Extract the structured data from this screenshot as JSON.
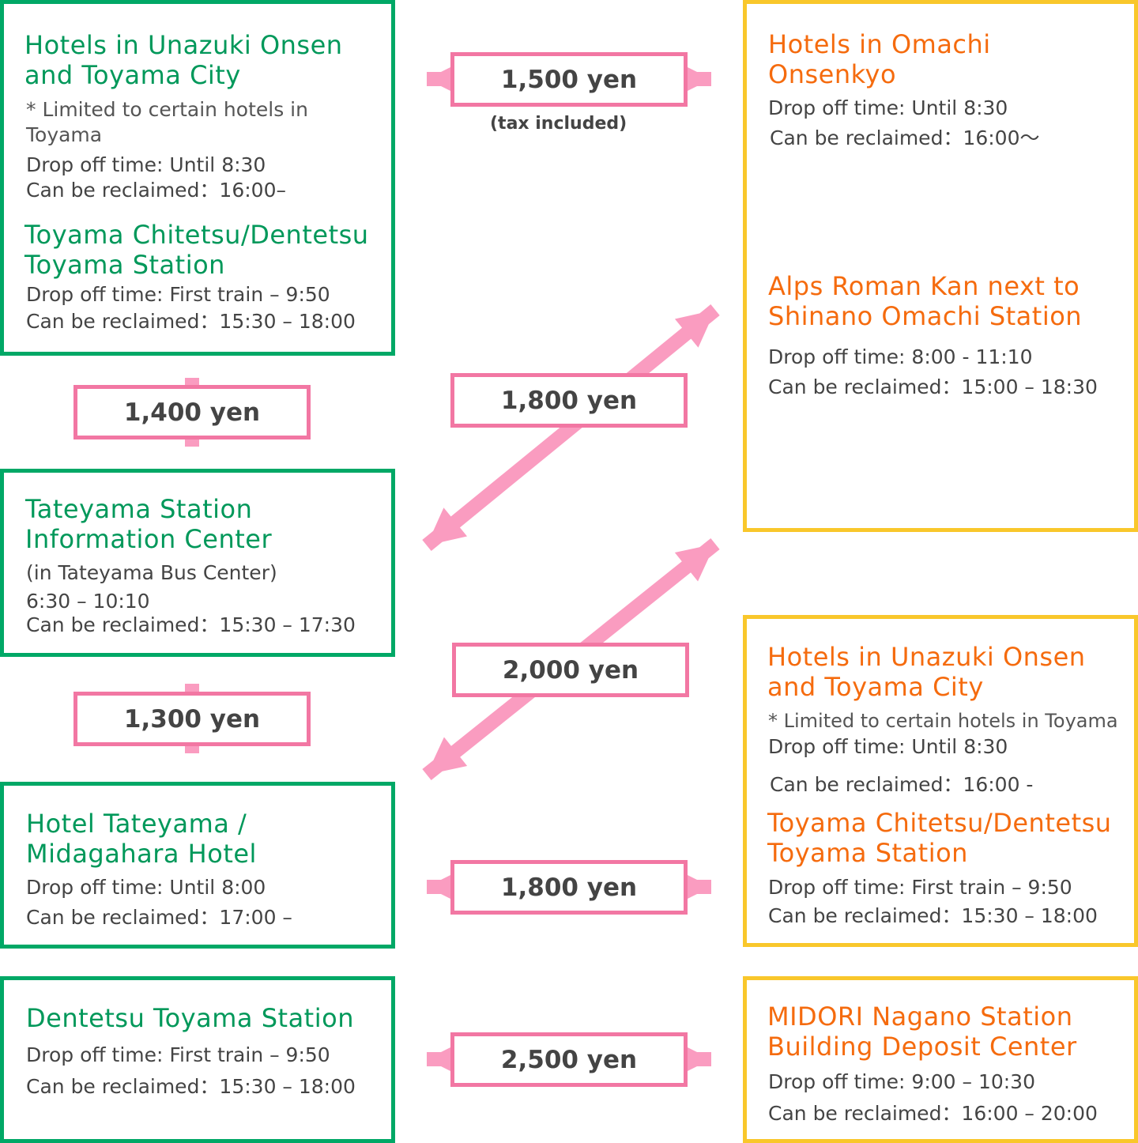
{
  "left": {
    "hotels_unazuki": {
      "title1": "Hotels in Unazuki Onsen",
      "title2": "and Toyama City",
      "note1": "* Limited to certain hotels in",
      "note2": "Toyama",
      "dropoff": "Drop off time: Until 8:30",
      "reclaim": "Can be reclaimed：16:00–",
      "sub_title1": "Toyama Chitetsu/Dentetsu",
      "sub_title2": "Toyama Station",
      "sub_dropoff": "Drop off time: First train – 9:50",
      "sub_reclaim": "Can be reclaimed：15:30 – 18:00"
    },
    "tateyama_station": {
      "title1": "Tateyama Station",
      "title2": "Information Center",
      "line1": "(in Tateyama Bus Center)",
      "line2": "6:30 – 10:10",
      "line3": "Can be reclaimed：15:30 – 17:30"
    },
    "hotel_tateyama": {
      "title1": "Hotel Tateyama /",
      "title2": "Midagahara Hotel",
      "dropoff": "Drop off time: Until 8:00",
      "reclaim": "Can be reclaimed：17:00 –"
    },
    "dentetsu_toyama": {
      "title": "Dentetsu Toyama Station",
      "dropoff": "Drop off time: First train – 9:50",
      "reclaim": "Can be reclaimed：15:30 – 18:00"
    }
  },
  "right": {
    "omachi": {
      "title1": "Hotels in Omachi",
      "title2": "Onsenkyo",
      "dropoff": "Drop off time: Until 8:30",
      "reclaim": "Can be reclaimed：16:00〜",
      "sub_title1": "Alps Roman Kan next to",
      "sub_title2": "Shinano Omachi Station",
      "sub_dropoff": "Drop off time: 8:00 - 11:10",
      "sub_reclaim": "Can be reclaimed：15:00 – 18:30"
    },
    "hotels_unazuki": {
      "title1": "Hotels in Unazuki Onsen",
      "title2": "and Toyama City",
      "note": "* Limited to certain hotels in Toyama",
      "dropoff": "Drop off time: Until 8:30",
      "reclaim": "Can be reclaimed：16:00 -",
      "sub_title1": "Toyama Chitetsu/Dentetsu",
      "sub_title2": "Toyama Station",
      "sub_dropoff": "Drop off time: First train – 9:50",
      "sub_reclaim": "Can be reclaimed：15:30 – 18:00"
    },
    "midori": {
      "title1": "MIDORI Nagano Station",
      "title2": "Building Deposit Center",
      "dropoff": "Drop off time: 9:00 – 10:30",
      "reclaim": "Can be reclaimed：16:00 – 20:00"
    }
  },
  "prices": {
    "p1500": "1,500 yen",
    "tax": "(tax included)",
    "p1400": "1,400 yen",
    "p1800_diag": "1,800 yen",
    "p1300": "1,300 yen",
    "p2000": "2,000 yen",
    "p1800_h": "1,800 yen",
    "p2500": "2,500 yen"
  },
  "colors": {
    "green_border": "#00a866",
    "green_text": "#00985a",
    "yellow_border": "#f9c72b",
    "orange_text": "#f56b0e",
    "pink_arrow": "#fa9cc0",
    "pink_border": "#f277a3"
  }
}
